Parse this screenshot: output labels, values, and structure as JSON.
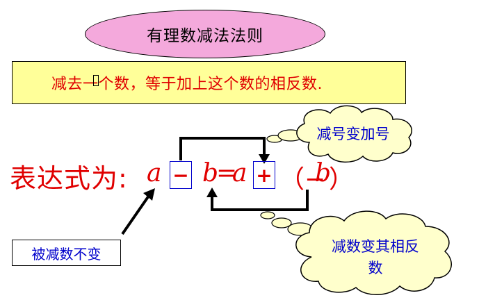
{
  "title": "有理数减法法则",
  "rule": "减去一个数，等于加上这个数的相反数.",
  "expression": {
    "label": "表达式为:",
    "a1": "a",
    "minus": "−",
    "b1": "b",
    "equals": "=",
    "a2": "a",
    "plus": "+",
    "paren_open": "（−",
    "b2": "b",
    "paren_close": "）"
  },
  "callouts": {
    "sign_change": "减号变加号",
    "subtrahend_line1": "减数变其相反",
    "subtrahend_line2": "数",
    "minuend": "被减数不变"
  },
  "colors": {
    "title_bg": "#f4a9dc",
    "rule_bg": "#ffff99",
    "cloud_bg": "#ffffcc",
    "red": "#e00000",
    "blue": "#0000cc"
  }
}
